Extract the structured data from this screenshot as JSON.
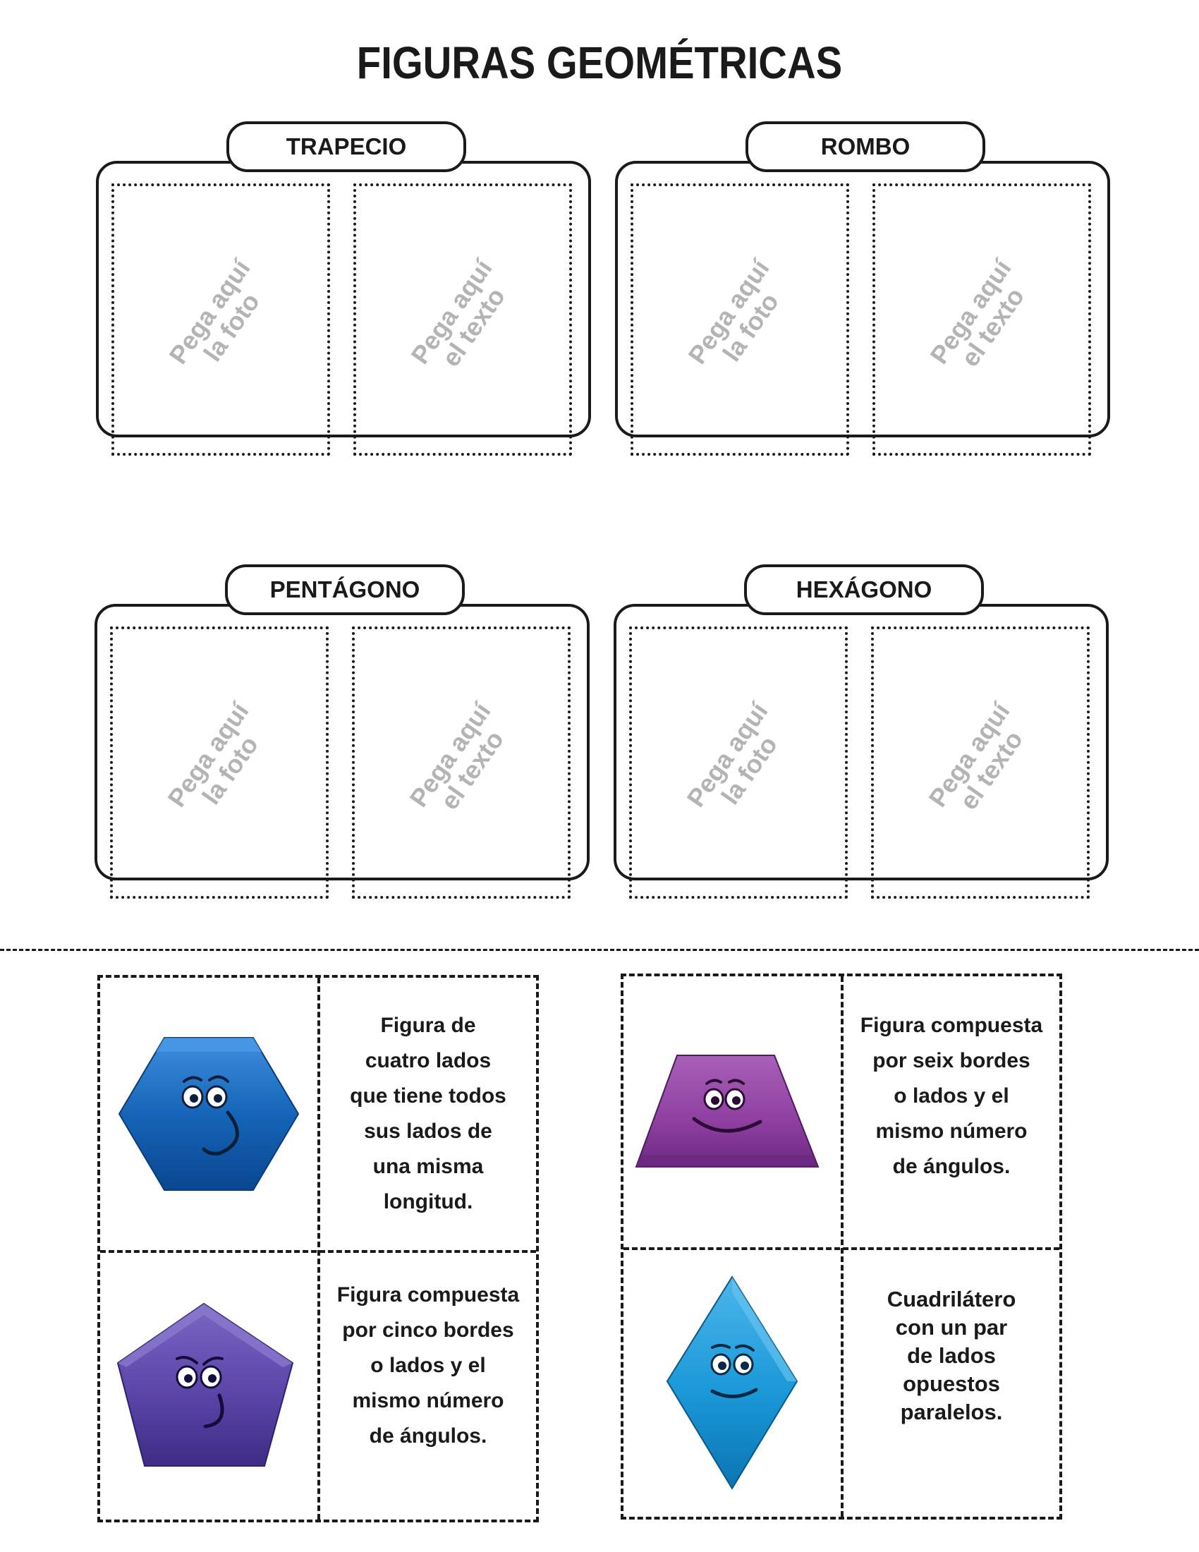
{
  "title": "FIGURAS GEOMÉTRICAS",
  "panels": [
    {
      "label": "TRAPECIO",
      "photo_placeholder": [
        "Pega aquí",
        "la foto"
      ],
      "text_placeholder": [
        "Pega aquí",
        "el texto"
      ]
    },
    {
      "label": "ROMBO",
      "photo_placeholder": [
        "Pega aquí",
        "la foto"
      ],
      "text_placeholder": [
        "Pega aquí",
        "el texto"
      ]
    },
    {
      "label": "PENTÁGONO",
      "photo_placeholder": [
        "Pega aquí",
        "la foto"
      ],
      "text_placeholder": [
        "Pega aquí",
        "el texto"
      ]
    },
    {
      "label": "HEXÁGONO",
      "photo_placeholder": [
        "Pega aquí",
        "la foto"
      ],
      "text_placeholder": [
        "Pega aquí",
        "el texto"
      ]
    }
  ],
  "cards": [
    {
      "shape": "hexagon-icon",
      "color": "#1565b8",
      "text": [
        "Figura de",
        "cuatro lados",
        "que tiene todos",
        "sus lados de",
        "una misma",
        "longitud."
      ]
    },
    {
      "shape": "trapezoid-icon",
      "color": "#8e3fa0",
      "text": [
        "Figura compuesta",
        "por seix bordes",
        "o lados y el",
        "mismo número",
        "de ángulos."
      ]
    },
    {
      "shape": "pentagon-icon",
      "color": "#5b46a8",
      "text": [
        "Figura compuesta",
        "por cinco bordes",
        "o lados y el",
        "mismo número",
        "de ángulos."
      ]
    },
    {
      "shape": "rhombus-icon",
      "color": "#1a98d8",
      "text": [
        "Cuadrilátero",
        "con un par",
        "de lados",
        "opuestos",
        "paralelos."
      ]
    }
  ]
}
